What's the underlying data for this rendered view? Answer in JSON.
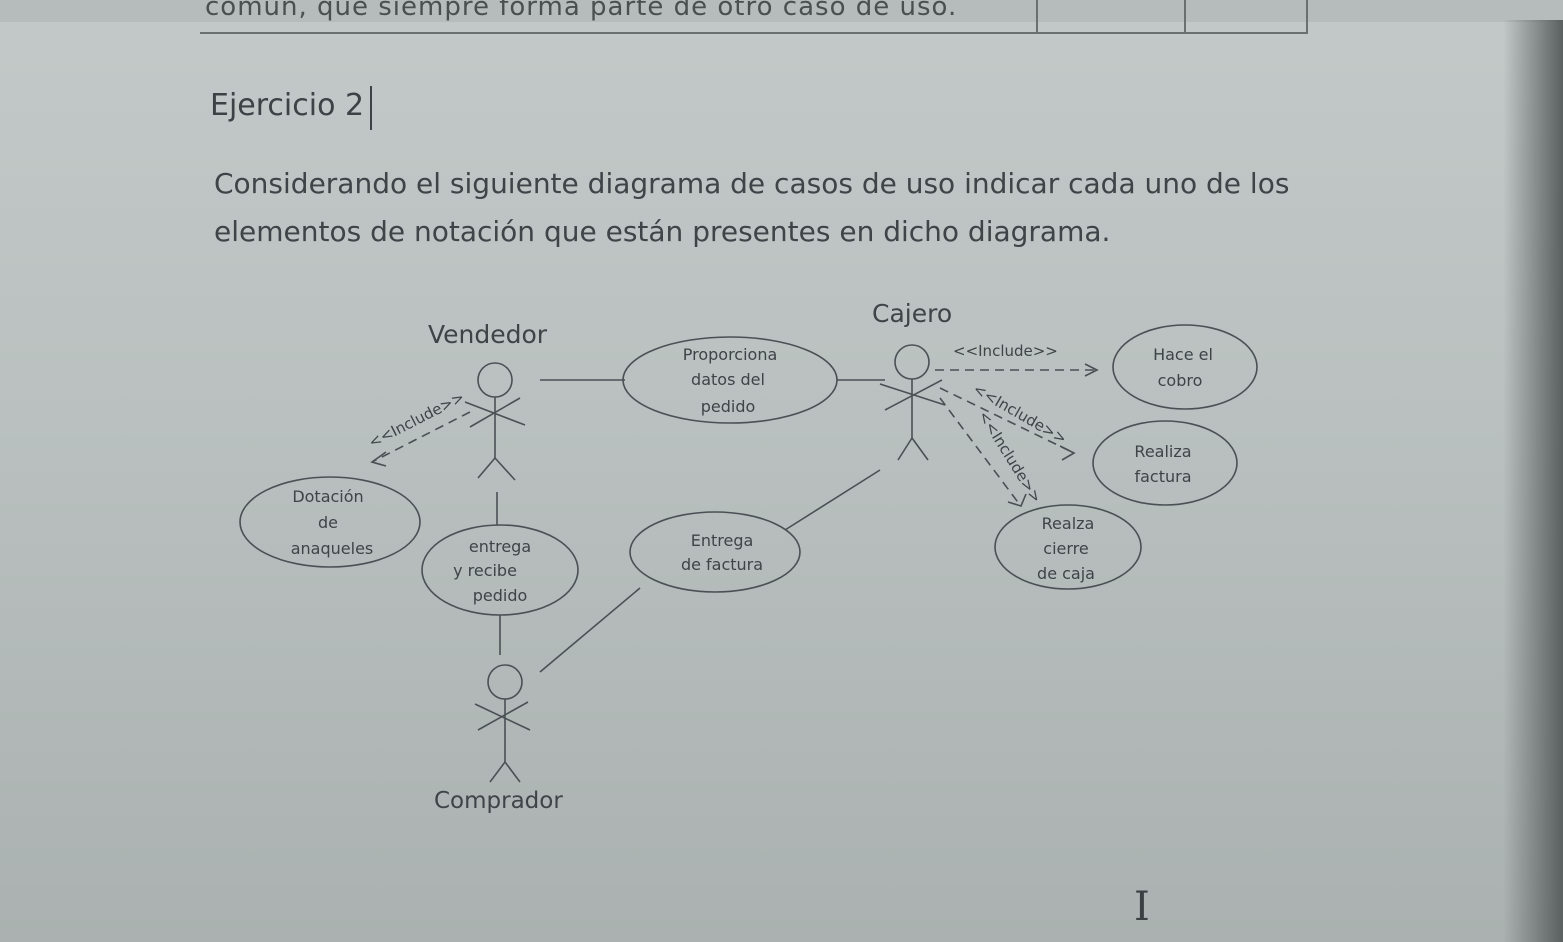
{
  "top_partial_text": "común, que siempre forma parte de otro caso de uso.",
  "heading": "Ejercicio 2",
  "paragraph": "Considerando el siguiente diagrama de casos de uso indicar cada uno de los elementos de notación que están presentes en dicho diagrama.",
  "diagram": {
    "actors": {
      "vendedor": "Vendedor",
      "cajero": "Cajero",
      "comprador": "Comprador"
    },
    "use_cases": {
      "proporciona": [
        "Proporciona",
        "datos del",
        "pedido"
      ],
      "dotacion": [
        "Dotación",
        "de",
        "anaqueles"
      ],
      "entrega_recibe": [
        "entrega",
        "y recibe",
        "pedido"
      ],
      "entrega_factura": [
        "Entrega",
        "de factura"
      ],
      "hace_cobro": [
        "Hace el",
        "cobro"
      ],
      "realiza_factura": [
        "Realiza",
        "factura"
      ],
      "realiza_cierre": [
        "Realza",
        "cierre",
        "de caja"
      ]
    },
    "includes": {
      "vendedor_dotacion": "<<Include>>",
      "cajero_cobro": "<<Include>>",
      "cajero_factura": "<<Include>>",
      "cajero_cierre": "<<Include>>"
    }
  }
}
